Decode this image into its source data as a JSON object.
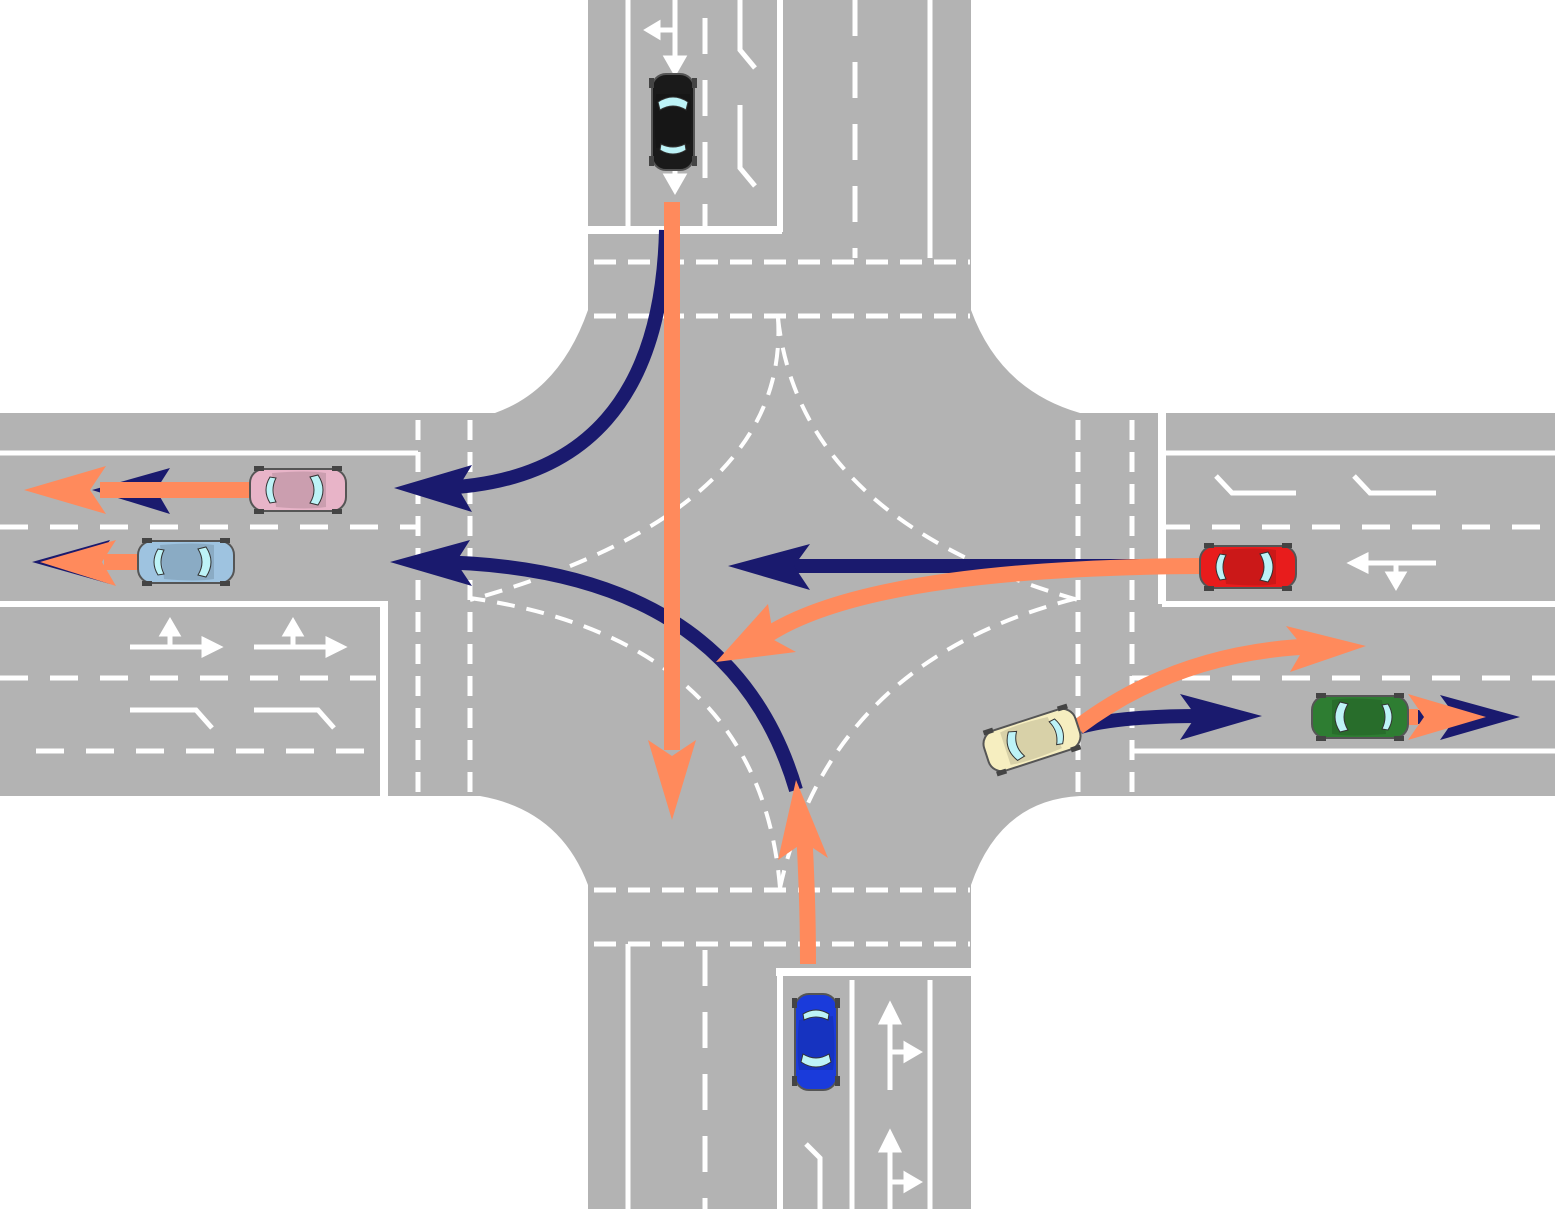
{
  "diagram": {
    "description_visible_text": "",
    "colors": {
      "background": "#ffffff",
      "road": "#b3b3b3",
      "marking": "#ffffff",
      "primary_path": "#ff8a5c",
      "alternative_path": "#1a1a6e"
    },
    "vehicles": [
      {
        "id": "car-north-black",
        "color": "#1a1a1a",
        "heading": "south"
      },
      {
        "id": "car-south-blue",
        "color": "#1a3bdb",
        "heading": "north"
      },
      {
        "id": "car-west-pink",
        "color": "#e8b4c8",
        "heading": "west"
      },
      {
        "id": "car-west-lightblue",
        "color": "#9ec3e0",
        "heading": "west"
      },
      {
        "id": "car-east-red",
        "color": "#e81c1c",
        "heading": "west"
      },
      {
        "id": "car-east-cream",
        "color": "#f6eec0",
        "heading": "east"
      },
      {
        "id": "car-east-green",
        "color": "#2e7d32",
        "heading": "east"
      }
    ],
    "lane_markings": [
      {
        "id": "north-lane-1",
        "arrow": "left-straight"
      },
      {
        "id": "north-lane-2",
        "arrow": "right"
      },
      {
        "id": "south-lane-1",
        "arrow": "straight-right"
      },
      {
        "id": "south-lane-2",
        "arrow": "left"
      },
      {
        "id": "west-lane-1",
        "arrow": "straight-left"
      },
      {
        "id": "west-lane-2",
        "arrow": "right"
      },
      {
        "id": "east-lane-1",
        "arrow": "left"
      },
      {
        "id": "east-lane-2",
        "arrow": "straight-left"
      }
    ]
  }
}
